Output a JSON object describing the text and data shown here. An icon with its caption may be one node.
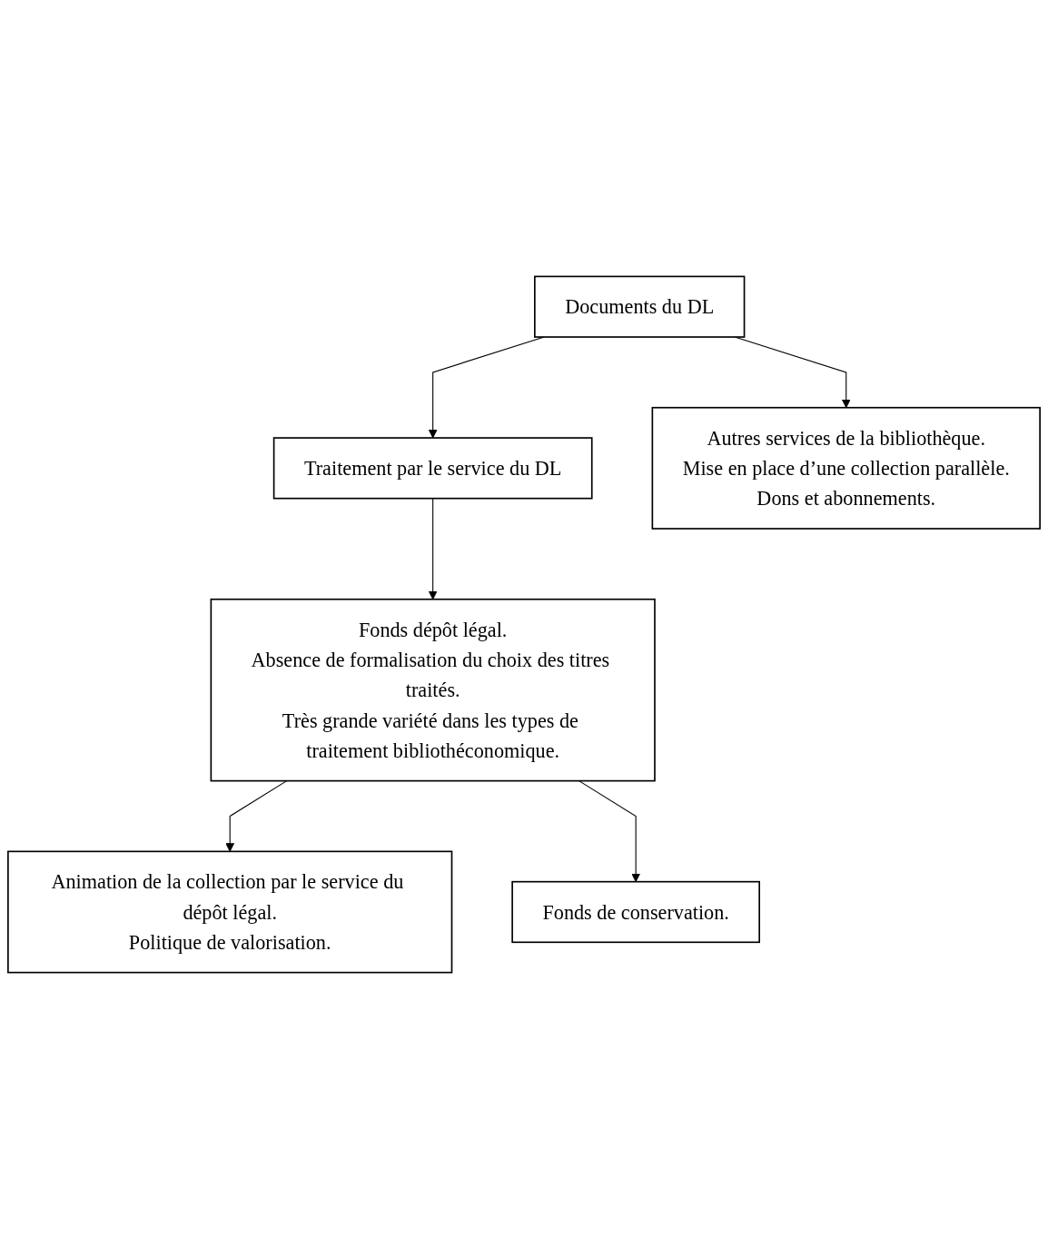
{
  "diagram": {
    "nodes": [
      {
        "text": [
          "Documents du DL"
        ]
      },
      {
        "text": [
          "Traitement par le service du DL"
        ]
      },
      {
        "text": [
          "Fonds dépôt légal.",
          "Absence de formalisation du choix des titres traités.",
          "Très grande variété dans les types de traitement bibliothéconomique."
        ]
      },
      {
        "text": [
          "Autres services de la bibliothèque.",
          "Mise en place d’une collection parallèle.",
          "Dons et abonnements."
        ]
      },
      {
        "text": [
          "Animation de la collection par le service du dépôt légal.",
          "Politique de valorisation."
        ]
      },
      {
        "text": [
          "Fonds de conservation."
        ]
      }
    ],
    "edges": [
      {
        "from": 0,
        "to": 1,
        "arrow": "to"
      },
      {
        "from": 0,
        "to": 3,
        "arrow": "to"
      },
      {
        "from": 1,
        "to": 2,
        "arrow": "to"
      },
      {
        "from": 2,
        "to": 4,
        "arrow": "to"
      },
      {
        "from": 2,
        "to": 5,
        "arrow": "to"
      }
    ]
  }
}
